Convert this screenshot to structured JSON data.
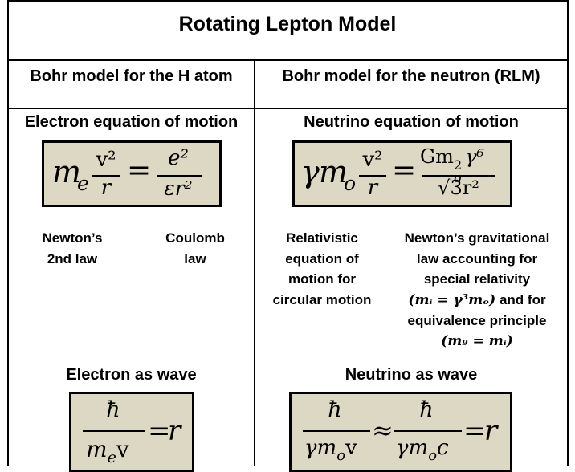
{
  "title": "Rotating Lepton Model",
  "columns": {
    "left_header": "Bohr model for the H atom",
    "right_header": "Bohr model for the neutron (RLM)"
  },
  "motion": {
    "left_heading": "Electron equation of motion",
    "right_heading": "Neutrino equation of motion"
  },
  "equations": {
    "electron_motion": {
      "m": "m",
      "sub_e": "e",
      "num_v2": "v²",
      "den_r": "r",
      "eq": "=",
      "num_e2": "e²",
      "den_er2": "εr²"
    },
    "neutrino_motion": {
      "gamma": "γ",
      "m": "m",
      "sub_o": "o",
      "num_v2": "v²",
      "den_r": "r",
      "eq": "=",
      "num": "Gm",
      "num_sub": "o",
      "num_sup": "2",
      "num_tail": "γ⁶",
      "den": "√3r²"
    },
    "electron_wave": {
      "num": "ħ",
      "den_m": "m",
      "den_sub": "e",
      "den_v": "v",
      "eq": "=",
      "rhs": "r"
    },
    "neutrino_wave": {
      "num1": "ħ",
      "den1": "γm",
      "den1_sub": "o",
      "den1_v": "v",
      "approx": "≈",
      "num2": "ħ",
      "den2": "γm",
      "den2_sub": "o",
      "den2_c": "c",
      "eq": "=",
      "rhs": "r"
    }
  },
  "labels": {
    "newton": [
      "Newton’s",
      "2nd law"
    ],
    "coulomb": [
      "Coulomb",
      "law"
    ],
    "relativistic": [
      "Relativistic",
      "equation of",
      "motion for",
      "circular motion"
    ],
    "gravitational": [
      "Newton’s gravitational",
      "law accounting for",
      "special relativity"
    ],
    "grav_mi_eq": "(mᵢ = γ³mₒ)",
    "grav_and_for": " and for",
    "grav_equiv": "equivalence principle",
    "grav_mg_eq": "(m₉ = mᵢ)"
  },
  "wave": {
    "left_heading": "Electron as wave",
    "right_heading": "Neutrino as wave"
  }
}
